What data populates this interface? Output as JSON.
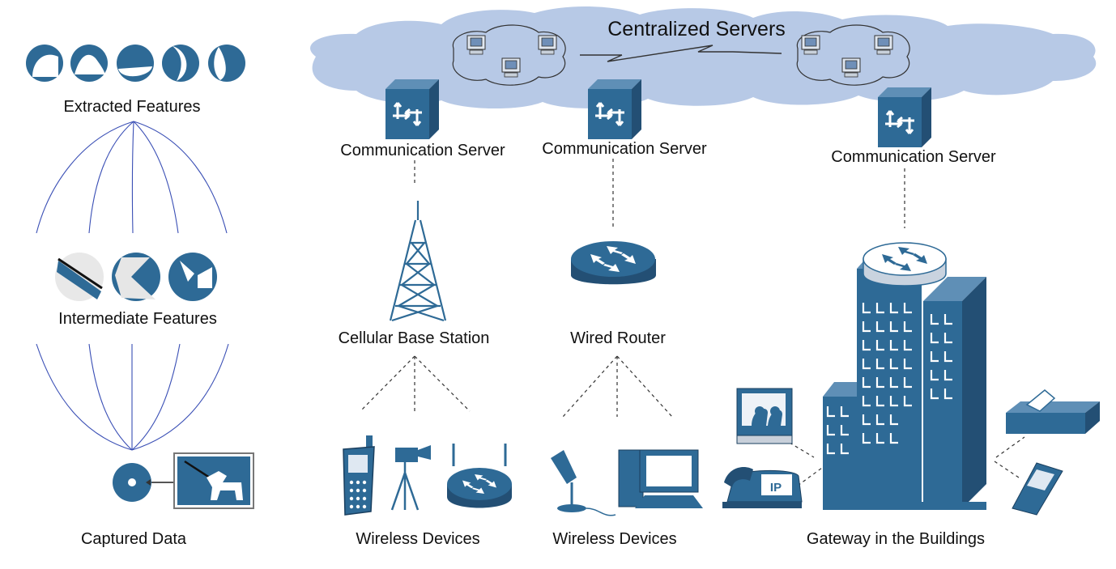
{
  "cloud": {
    "title": "Centralized Servers",
    "fill": "#b7c9e6"
  },
  "colors": {
    "accent": "#2e6a96",
    "curve": "#3a4fb5",
    "dash": "#333333"
  },
  "left_panel": {
    "extracted_label": "Extracted Features",
    "intermediate_label": "Intermediate Features",
    "captured_label": "Captured Data"
  },
  "columns": {
    "cellular": {
      "server_label": "Communication Server",
      "station_label": "Cellular Base Station",
      "devices_label": "Wireless Devices"
    },
    "wired": {
      "server_label": "Communication Server",
      "router_label": "Wired Router",
      "devices_label": "Wireless Devices"
    },
    "building": {
      "server_label": "Communication Server",
      "gateway_label": "Gateway in the Buildings",
      "phone_badge": "IP"
    }
  }
}
